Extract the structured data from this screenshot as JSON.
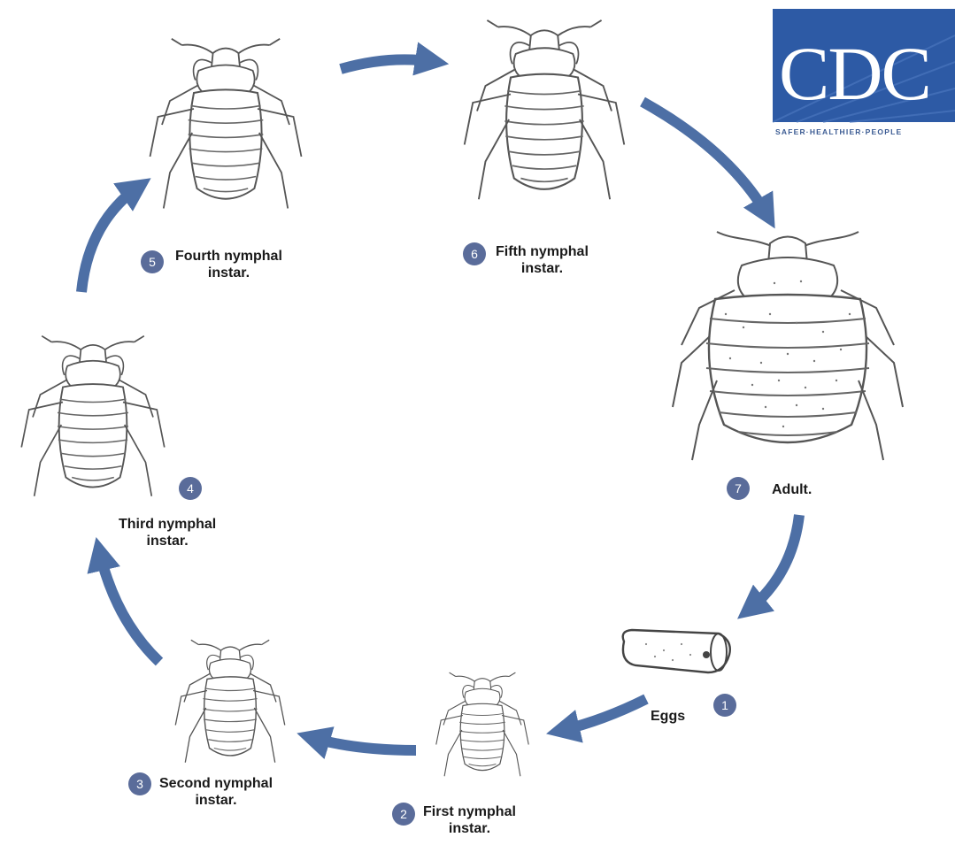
{
  "logo": {
    "text": "CDC",
    "tagline": "SAFER·HEALTHIER·PEOPLE"
  },
  "colors": {
    "arrow": "#4d6fa5",
    "badge": "#5a6c9a",
    "logo_bg": "#2d5aa5"
  },
  "stages": [
    {
      "number": "1",
      "line1": "Eggs",
      "line2": ""
    },
    {
      "number": "2",
      "line1": "First nymphal",
      "line2": "instar."
    },
    {
      "number": "3",
      "line1": "Second nymphal",
      "line2": "instar."
    },
    {
      "number": "4",
      "line1": "Third nymphal",
      "line2": "instar."
    },
    {
      "number": "5",
      "line1": "Fourth nymphal",
      "line2": "instar."
    },
    {
      "number": "6",
      "line1": "Fifth nymphal",
      "line2": "instar."
    },
    {
      "number": "7",
      "line1": "Adult.",
      "line2": ""
    }
  ]
}
